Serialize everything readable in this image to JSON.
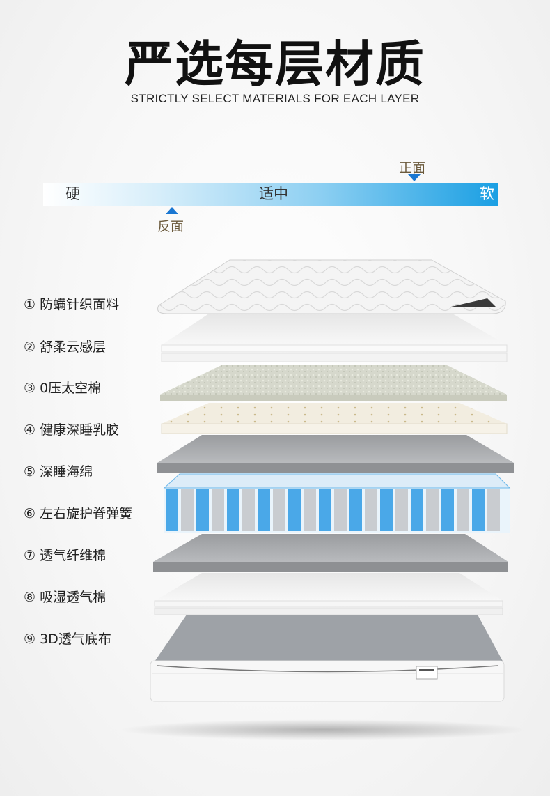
{
  "header": {
    "title": "严选每层材质",
    "subtitle": "STRICTLY SELECT MATERIALS FOR EACH LAYER"
  },
  "firmness_scale": {
    "hard": "硬",
    "medium": "适中",
    "soft": "软",
    "front_label": "正面",
    "back_label": "反面",
    "front_position": 0.83,
    "back_position": 0.28,
    "colors": {
      "start": "#ffffff",
      "end": "#1a9fe3",
      "marker": "#1a77d2"
    }
  },
  "layers": [
    {
      "num": "①",
      "name": "防螨针织面料"
    },
    {
      "num": "②",
      "name": "舒柔云感层"
    },
    {
      "num": "③",
      "name": "0压太空棉"
    },
    {
      "num": "④",
      "name": "健康深睡乳胶"
    },
    {
      "num": "⑤",
      "name": "深睡海绵"
    },
    {
      "num": "⑥",
      "name": "左右旋护脊弹簧"
    },
    {
      "num": "⑦",
      "name": "透气纤维棉"
    },
    {
      "num": "⑧",
      "name": "吸湿透气棉"
    },
    {
      "num": "⑨",
      "name": "3D透气底布"
    }
  ]
}
